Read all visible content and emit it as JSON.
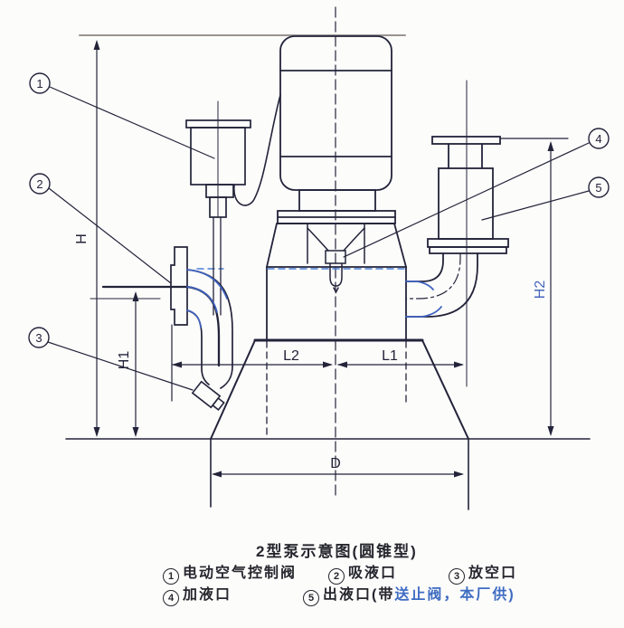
{
  "title": "2型泵示意图(圆锥型)",
  "colors": {
    "line": "#23233a",
    "accent_blue": "#3f62c0",
    "level_line_blue": "#4a7fd4",
    "reference_line_gray": "#9a938e",
    "h2_label_blue": "#4466bb",
    "caption_blue": "#3e6cc2"
  },
  "dimensions": {
    "h": "H",
    "h1": "H1",
    "h2": "H2",
    "l2": "L2",
    "l1": "L1",
    "d": "D"
  },
  "callouts": [
    {
      "num": "1",
      "label": "电动空气控制阀"
    },
    {
      "num": "2",
      "label": "吸液口"
    },
    {
      "num": "3",
      "label": "放空口"
    },
    {
      "num": "4",
      "label": "加液口"
    },
    {
      "num": "5",
      "label": "出液口(带",
      "label_blue": "送止阀，本厂供)"
    }
  ]
}
